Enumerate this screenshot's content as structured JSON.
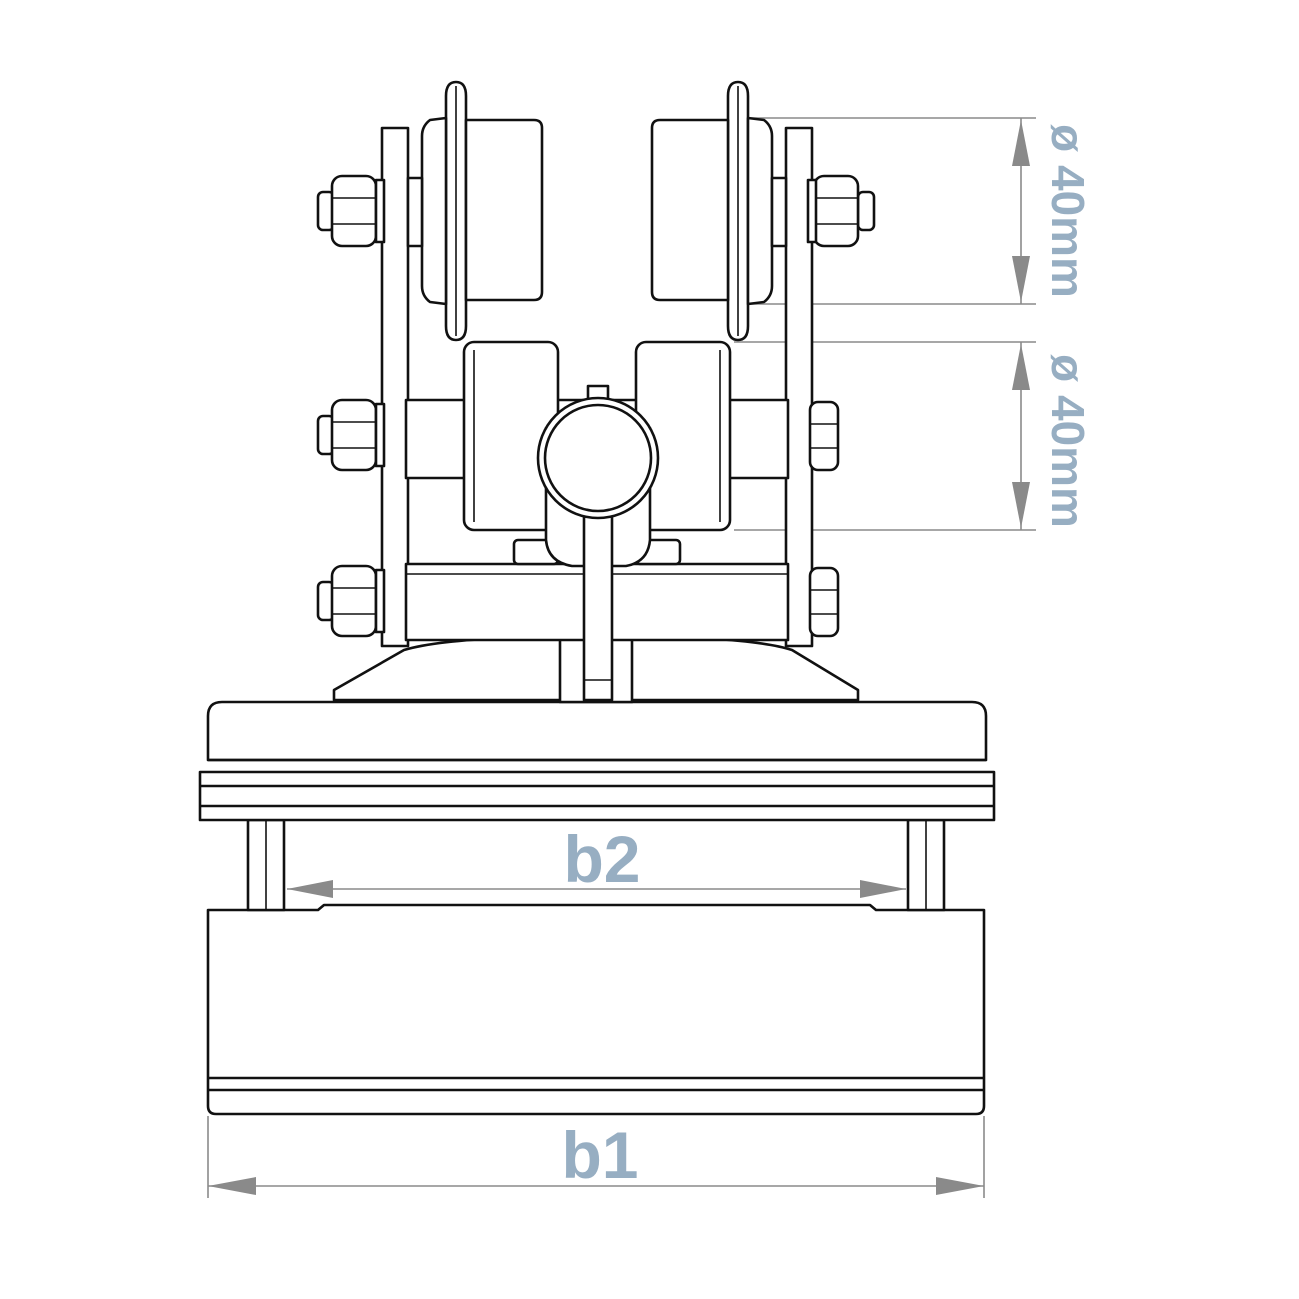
{
  "dimensions": {
    "upper_wheel_diameter": "ø 40mm",
    "lower_wheel_diameter": "ø 40mm",
    "inner_width": "b2",
    "outer_width": "b1"
  },
  "colors": {
    "outline": "#111111",
    "dimension_line": "#8a8a8a",
    "dimension_text": "#97aec2",
    "background": "#ffffff"
  }
}
